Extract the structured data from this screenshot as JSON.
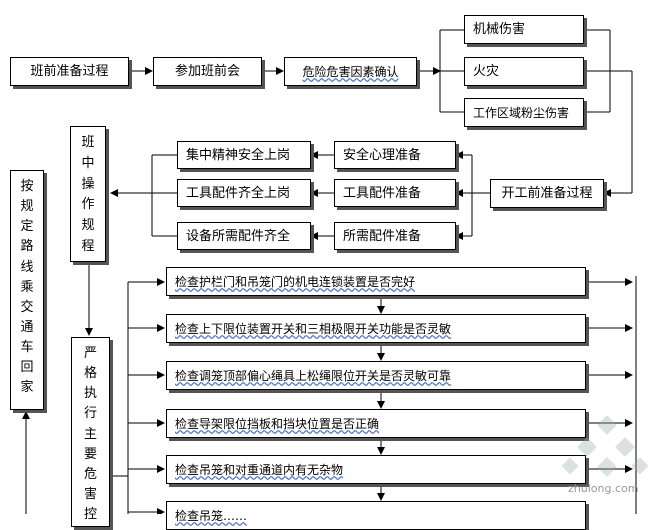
{
  "top": {
    "prep": "班前准备过程",
    "meeting": "参加班前会",
    "hazard": "危险危害因素确认"
  },
  "hazards": [
    "机械伤害",
    "火灾",
    "工作区域粉尘伤害"
  ],
  "start": "开工前准备过程",
  "ops_title": "班中操作规程",
  "left_pairs": [
    "集中精神安全上岗",
    "工具配件齐全上岗",
    "设备所需配件齐全"
  ],
  "right_pairs": [
    "安全心理准备",
    "工具配件准备",
    "所需配件准备"
  ],
  "return_text": "按规定路线乘交通车回家",
  "strict_text": "严格执行主要危害控",
  "checks": [
    "检查护栏门和吊笼门的机电连锁装置是否完好",
    "检查上下限位装置开关和三相极限开关功能是否灵敏",
    "检查调笼顶部偏心绳具上松绳限位开关是否灵敏可靠",
    "检查导架限位挡板和挡块位置是否正确",
    "检查吊笼和对重通道内有无杂物",
    "检查吊笼……"
  ],
  "watermark": "zhulong.com"
}
